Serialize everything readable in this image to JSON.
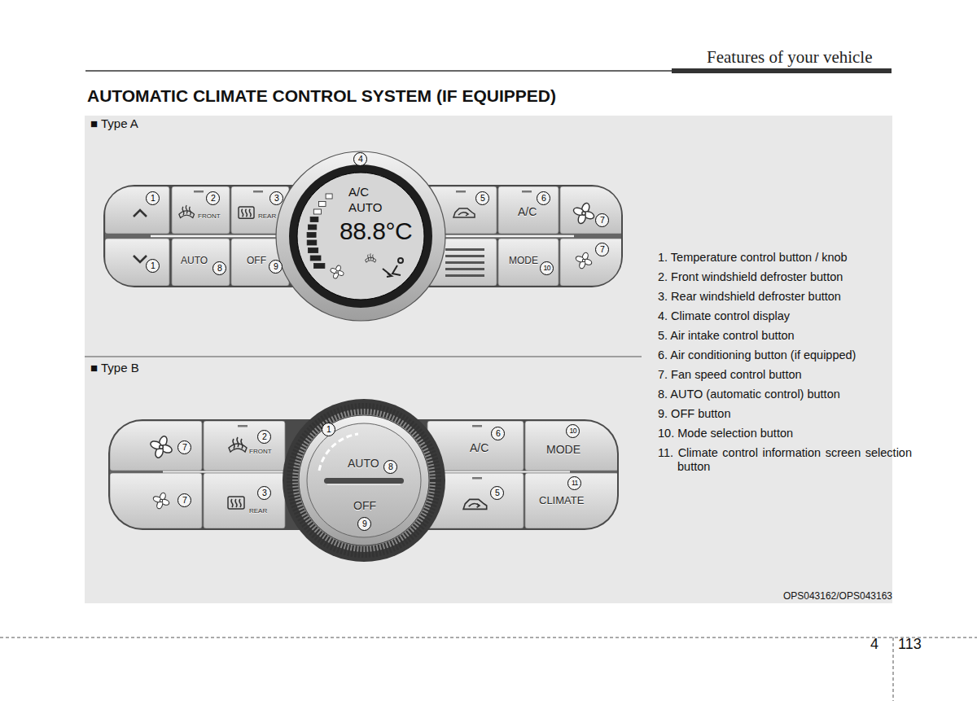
{
  "diagram": {
    "title": "AUTOMATIC CLIMATE CONTROL SYSTEM (IF EQUIPPED)",
    "nodes": [
      {
        "text": [
          "FRONT"
        ]
      },
      {
        "text": [
          "REAR"
        ]
      },
      {
        "text": [
          "A/C",
          "AUTO",
          "88.8°C"
        ]
      },
      {
        "text": [
          "A/C"
        ]
      },
      {
        "text": [
          "AUTO"
        ]
      },
      {
        "text": [
          "OFF"
        ]
      },
      {
        "text": [
          "MODE"
        ]
      },
      {
        "text": [
          "FRONT"
        ]
      },
      {
        "text": [
          "REAR"
        ]
      },
      {
        "text": [
          "AUTO",
          "OFF"
        ]
      },
      {
        "text": [
          "A/C"
        ]
      },
      {
        "text": [
          "MODE"
        ]
      },
      {
        "text": [
          "CLIMATE"
        ]
      }
    ],
    "labels": [
      "Features of your vehicle",
      "■ Type A",
      "■ Type B",
      "1. Temperature control button / knob",
      "2. Front windshield defroster button",
      "3. Rear windshield defroster button",
      "4. Climate control display",
      "5. Air intake control button",
      "6. Air conditioning button (if equipped)",
      "7. Fan speed control button",
      "8. AUTO (automatic control) button",
      "9. OFF button",
      "10. Mode selection button",
      "11. Climate control information screen selection button",
      "OPS043162/OPS043163",
      "4",
      "113",
      "1",
      "2",
      "3",
      "4",
      "5",
      "6",
      "7",
      "7",
      "1",
      "8",
      "9",
      "10",
      "1",
      "2",
      "3",
      "8",
      "9",
      "6",
      "5",
      "10",
      "11",
      "7",
      "7"
    ]
  }
}
